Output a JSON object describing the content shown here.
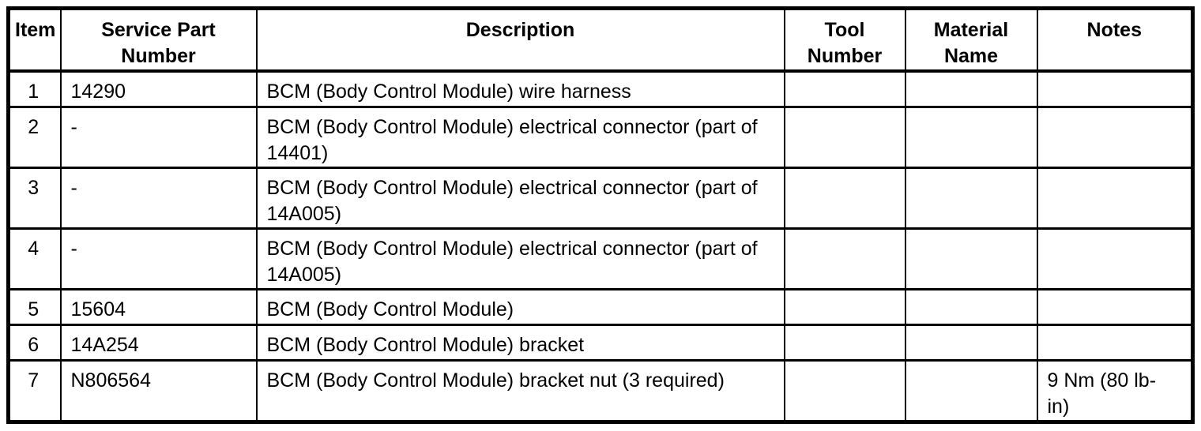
{
  "page": {
    "background_color": "#ffffff",
    "border_color": "#000000",
    "text_color": "#000000"
  },
  "table": {
    "headers": {
      "item": "Item",
      "service_part_number": "Service Part\nNumber",
      "description": "Description",
      "tool_number": "Tool\nNumber",
      "material_name": "Material\nName",
      "notes": "Notes"
    },
    "rows": [
      {
        "item": "1",
        "service_part_number": "14290",
        "description": "BCM (Body Control Module) wire harness",
        "tool_number": "",
        "material_name": "",
        "notes": ""
      },
      {
        "item": "2",
        "service_part_number": "-",
        "description": "BCM (Body Control Module) electrical connector (part of 14401)",
        "tool_number": "",
        "material_name": "",
        "notes": ""
      },
      {
        "item": "3",
        "service_part_number": "-",
        "description": "BCM (Body Control Module) electrical connector (part of 14A005)",
        "tool_number": "",
        "material_name": "",
        "notes": ""
      },
      {
        "item": "4",
        "service_part_number": "-",
        "description": "BCM (Body Control Module) electrical connector (part of 14A005)",
        "tool_number": "",
        "material_name": "",
        "notes": ""
      },
      {
        "item": "5",
        "service_part_number": "15604",
        "description": "BCM (Body Control Module)",
        "tool_number": "",
        "material_name": "",
        "notes": ""
      },
      {
        "item": "6",
        "service_part_number": "14A254",
        "description": "BCM (Body Control Module) bracket",
        "tool_number": "",
        "material_name": "",
        "notes": ""
      },
      {
        "item": "7",
        "service_part_number": "N806564",
        "description": "BCM (Body Control Module) bracket nut (3 required)",
        "tool_number": "",
        "material_name": "",
        "notes": "9 Nm (80 lb-in)"
      }
    ]
  }
}
